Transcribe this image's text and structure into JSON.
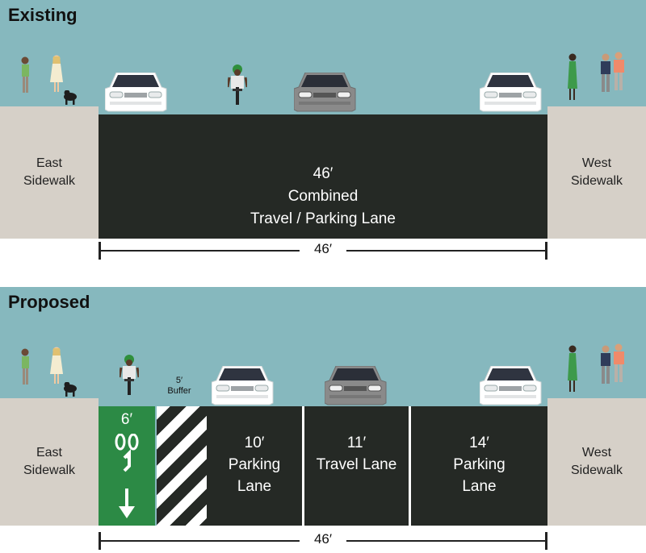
{
  "existing": {
    "title": "Existing",
    "east_sidewalk": "East Sidewalk",
    "west_sidewalk": "West Sidewalk",
    "road_width": "46′",
    "road_line1": "Combined",
    "road_line2": "Travel / Parking Lane",
    "dimension": "46′"
  },
  "proposed": {
    "title": "Proposed",
    "east_sidewalk": "East Sidewalk",
    "west_sidewalk": "West Sidewalk",
    "bike_width": "6′",
    "buffer_width": "5′",
    "buffer_label": "Buffer",
    "lane1_width": "10′",
    "lane1_name_a": "Parking",
    "lane1_name_b": "Lane",
    "lane2_width": "11′",
    "lane2_name": "Travel Lane",
    "lane3_width": "14′",
    "lane3_name_a": "Parking",
    "lane3_name_b": "Lane",
    "dimension": "46′"
  },
  "colors": {
    "sky": "#86b8be",
    "sidewalk": "#d6d0c8",
    "asphalt": "#252925",
    "bike_lane": "#2c8a45",
    "car_white": "#ffffff",
    "car_gray": "#8a8a8a"
  },
  "icons": [
    "pedestrian-icon",
    "dog-icon",
    "car-icon",
    "cyclist-icon",
    "bike-symbol-icon",
    "arrow-down-icon"
  ]
}
